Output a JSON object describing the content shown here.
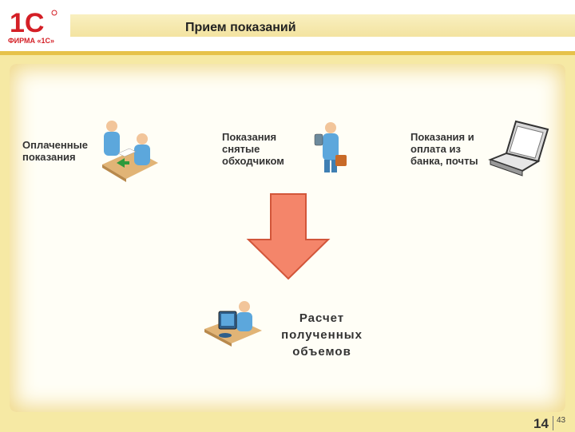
{
  "header": {
    "brand_mark": "1С",
    "brand_name": "ФИРМА «1С»",
    "title": "Прием показаний"
  },
  "sources": [
    {
      "label": "Оплаченные\nпоказания"
    },
    {
      "label": "Показания\nснятые\nобходчиком"
    },
    {
      "label": "Показания и\nоплата из\nбанка, почты"
    }
  ],
  "result": {
    "label": "Расчет\nполученных\nобъемов"
  },
  "footer": {
    "page": "14",
    "total": "43"
  },
  "colors": {
    "accent": "#e6c24a",
    "arrow": "#f4856a",
    "arrow_border": "#d2563a",
    "brand": "#d41f26"
  }
}
